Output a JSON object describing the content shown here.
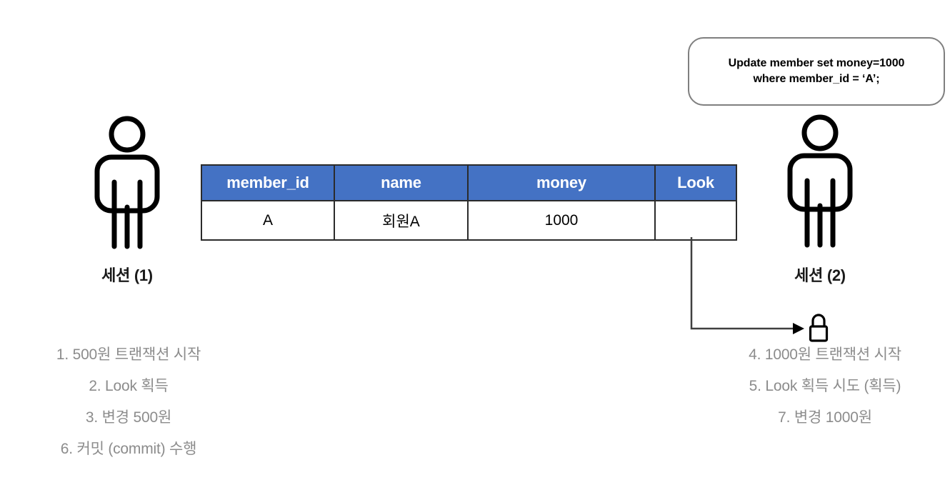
{
  "sql_bubble": {
    "text": "Update member set money=1000\nwhere member_id = ‘A’;"
  },
  "sessions": {
    "left": {
      "label": "세션 (1)"
    },
    "right": {
      "label": "세션 (2)"
    }
  },
  "table": {
    "headers": [
      "member_id",
      "name",
      "money",
      "Look"
    ],
    "rows": [
      {
        "member_id": "A",
        "name": "회원A",
        "money": "1000",
        "look": ""
      }
    ]
  },
  "steps": {
    "left": [
      "1. 500원 트랜잭션 시작",
      "2. Look 획득",
      "3. 변경 500원",
      "6. 커밋 (commit) 수행"
    ],
    "right": [
      "4. 1000원 트랜잭션 시작",
      "5. Look 획득 시도 (획득)",
      "7. 변경 1000원"
    ]
  },
  "icons": {
    "person": "person-icon",
    "lock": "lock-icon",
    "arrow": "arrow-right-icon"
  },
  "colors": {
    "header_blue": "#4472C4",
    "step_gray": "#8C8C8C",
    "bubble_border": "#7F7F7F",
    "table_border": "#2B2B2B",
    "figure_black": "#000000"
  }
}
